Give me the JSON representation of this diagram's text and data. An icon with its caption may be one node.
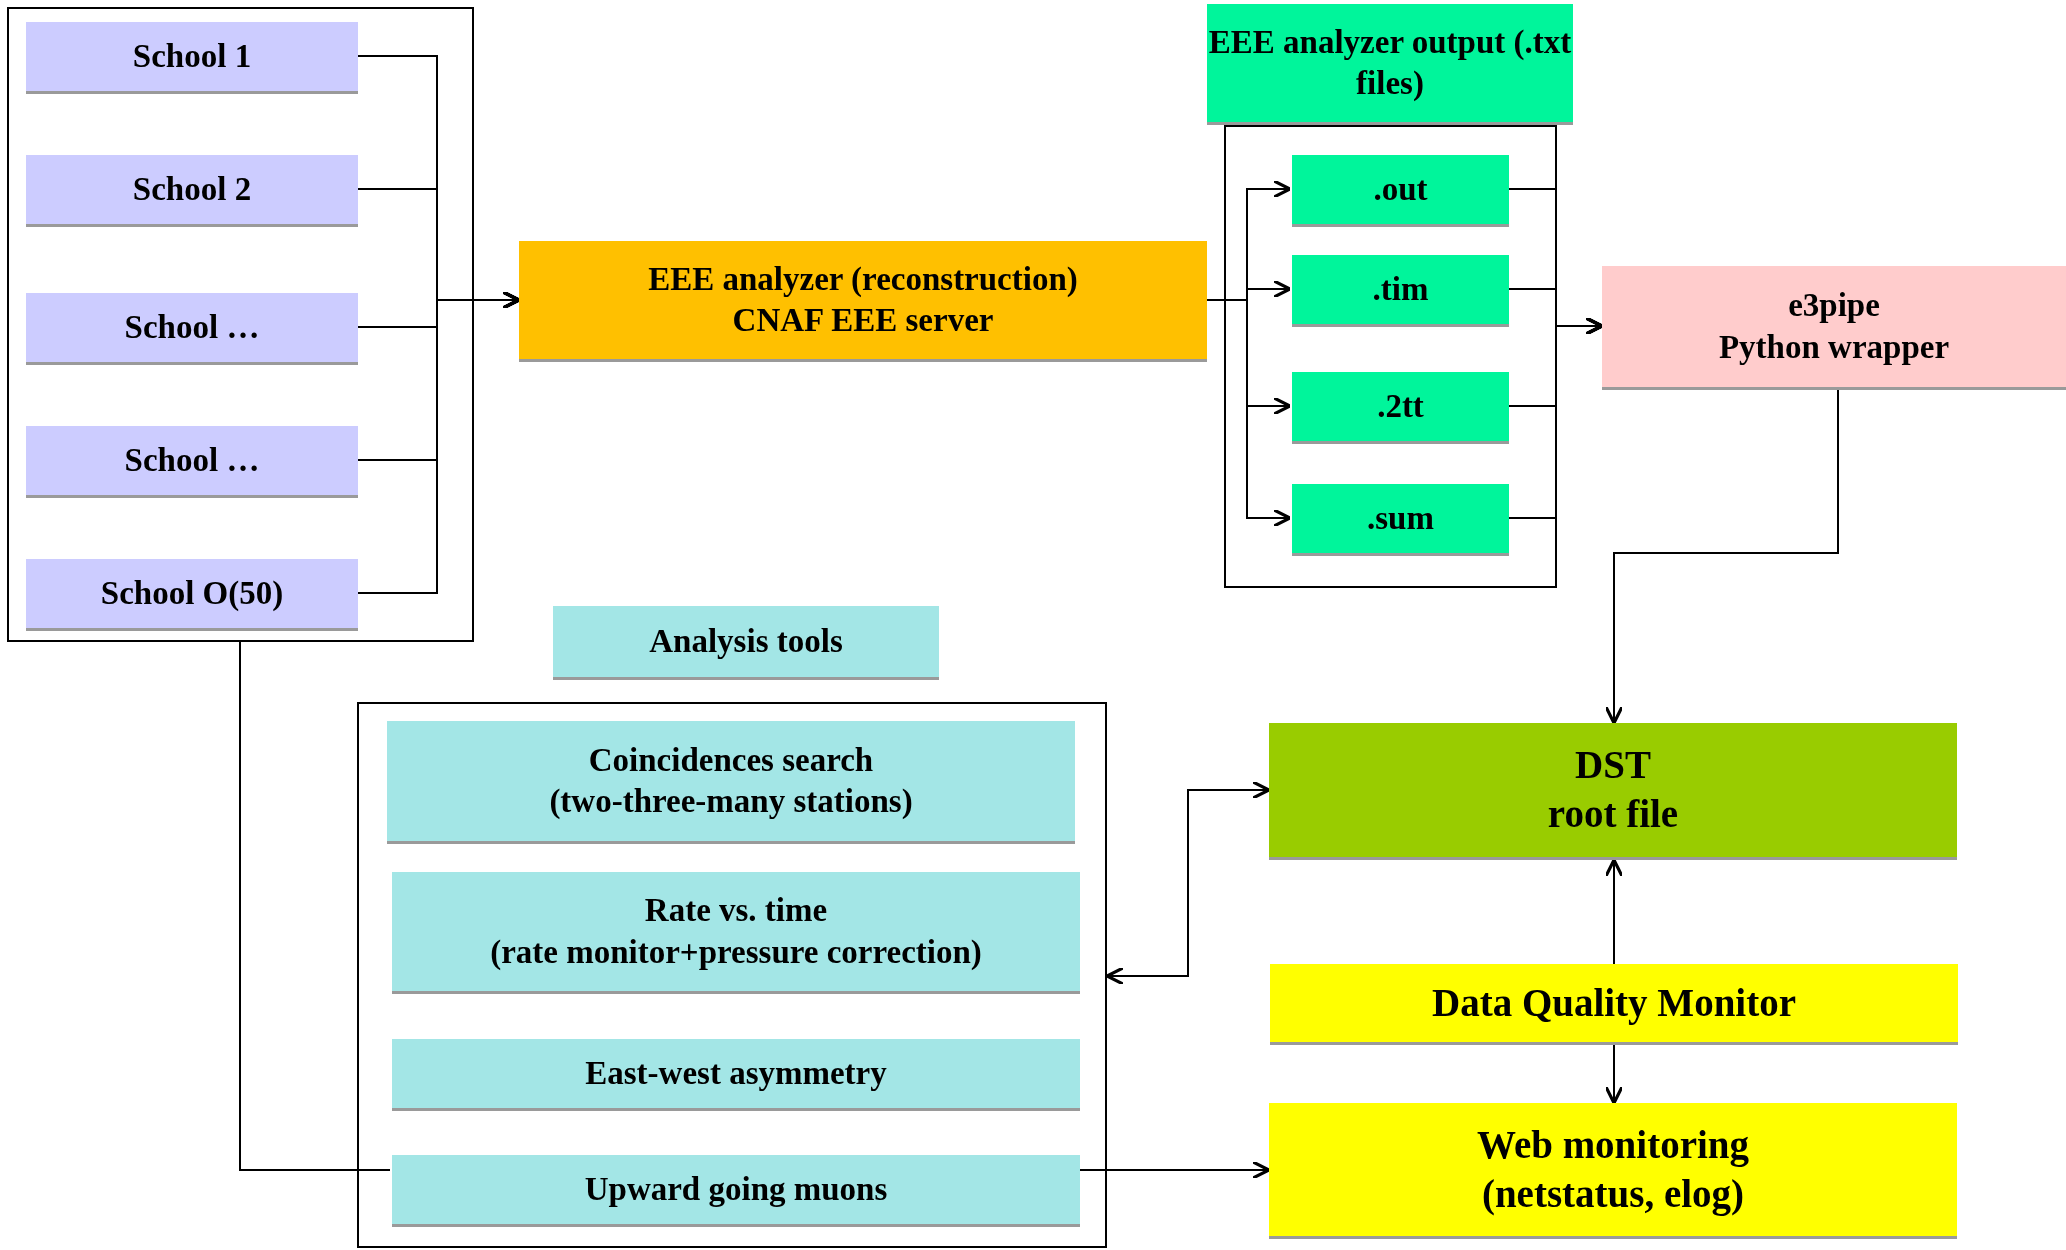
{
  "diagram": {
    "nodes": [
      {
        "text": [],
        "shape": "box"
      },
      {
        "text": [
          "School 1"
        ],
        "in": 0
      },
      {
        "text": [
          "School 2"
        ],
        "in": 0
      },
      {
        "text": [
          "School …"
        ],
        "in": 0
      },
      {
        "text": [
          "School …"
        ],
        "in": 0
      },
      {
        "text": [
          "School O(50)"
        ],
        "in": 0
      },
      {
        "text": [
          "EEE analyzer (reconstruction)",
          "CNAF EEE server"
        ]
      },
      {
        "text": [
          "EEE analyzer output (.txt files)"
        ]
      },
      {
        "text": [],
        "shape": "box"
      },
      {
        "text": [
          ".out"
        ],
        "in": 8
      },
      {
        "text": [
          ".tim"
        ],
        "in": 8
      },
      {
        "text": [
          ".2tt"
        ],
        "in": 8
      },
      {
        "text": [
          ".sum"
        ],
        "in": 8
      },
      {
        "text": [
          "e3pipe",
          "Python wrapper"
        ]
      },
      {
        "text": [
          "Analysis tools"
        ]
      },
      {
        "text": [],
        "shape": "box"
      },
      {
        "text": [
          "Coincidences search",
          "(two-three-many stations)"
        ],
        "in": 15
      },
      {
        "text": [
          "Rate vs. time",
          "(rate monitor+pressure correction)"
        ],
        "in": 15
      },
      {
        "text": [
          "East-west asymmetry"
        ],
        "in": 15
      },
      {
        "text": [
          "Upward going muons"
        ],
        "in": 15
      },
      {
        "text": [
          "DST",
          "root file"
        ]
      },
      {
        "text": [
          "Data Quality Monitor"
        ]
      },
      {
        "text": [
          "Web monitoring",
          "(netstatus, elog)"
        ]
      }
    ],
    "edges": [
      {
        "from": 1,
        "to": 6,
        "arrow": "to"
      },
      {
        "from": 2,
        "to": 6,
        "arrow": "to"
      },
      {
        "from": 3,
        "to": 6,
        "arrow": "to"
      },
      {
        "from": 4,
        "to": 6,
        "arrow": "to"
      },
      {
        "from": 5,
        "to": 6,
        "arrow": "to"
      },
      {
        "from": 6,
        "to": 9,
        "arrow": "to"
      },
      {
        "from": 6,
        "to": 10,
        "arrow": "to"
      },
      {
        "from": 6,
        "to": 11,
        "arrow": "to"
      },
      {
        "from": 6,
        "to": 12,
        "arrow": "to"
      },
      {
        "from": 9,
        "to": 13,
        "arrow": "to"
      },
      {
        "from": 10,
        "to": 13,
        "arrow": "to"
      },
      {
        "from": 11,
        "to": 13,
        "arrow": "to"
      },
      {
        "from": 12,
        "to": 13,
        "arrow": "to"
      },
      {
        "from": 13,
        "to": 20,
        "arrow": "to"
      },
      {
        "from": 15,
        "to": 20,
        "arrow": "both"
      },
      {
        "from": 21,
        "to": 20,
        "arrow": "to"
      },
      {
        "from": 21,
        "to": 22,
        "arrow": "to"
      },
      {
        "from": 0,
        "to": 19,
        "arrow": "none"
      },
      {
        "from": 19,
        "to": 22,
        "arrow": "to"
      }
    ]
  }
}
